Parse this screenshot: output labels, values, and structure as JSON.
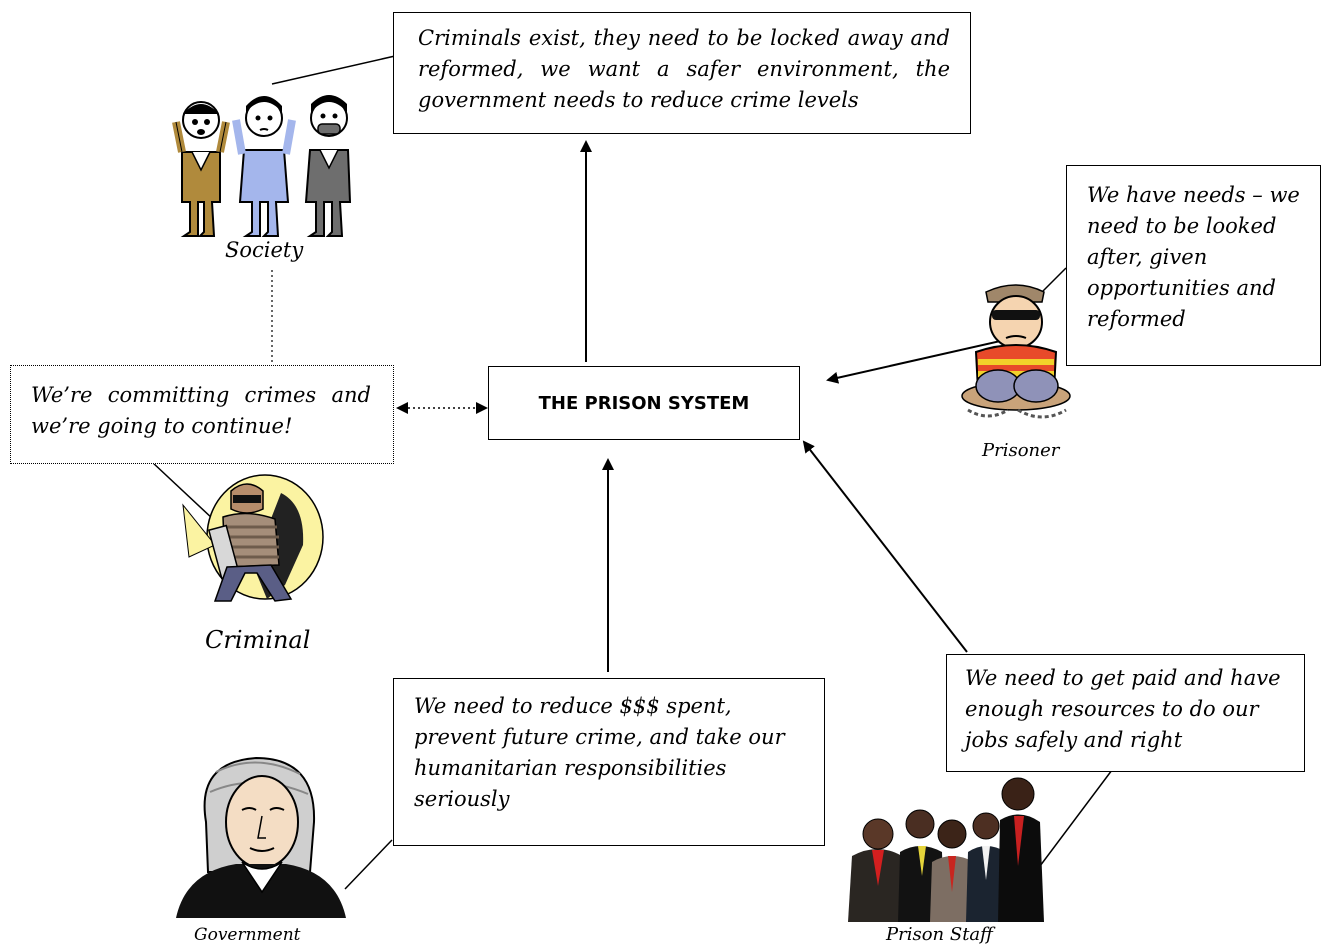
{
  "center": {
    "label": "THE PRISON SYSTEM"
  },
  "society": {
    "caption": "Society",
    "statement": "Criminals exist, they need to be locked away and reformed, we want a safer environment, the government needs to reduce crime levels"
  },
  "criminal": {
    "caption": "Criminal",
    "statement": "We’re committing crimes and we’re going to continue!"
  },
  "prisoner": {
    "caption": "Prisoner",
    "statement": "We have needs – we need to be looked after, given opportunities and reformed"
  },
  "government": {
    "caption": "Government",
    "statement": "We need to reduce $$$ spent, prevent future crime, and take our humanitarian responsibilities seriously"
  },
  "prison_staff": {
    "caption": "Prison Staff",
    "statement": "We need to get paid and have enough resources to do our jobs safely and right"
  }
}
